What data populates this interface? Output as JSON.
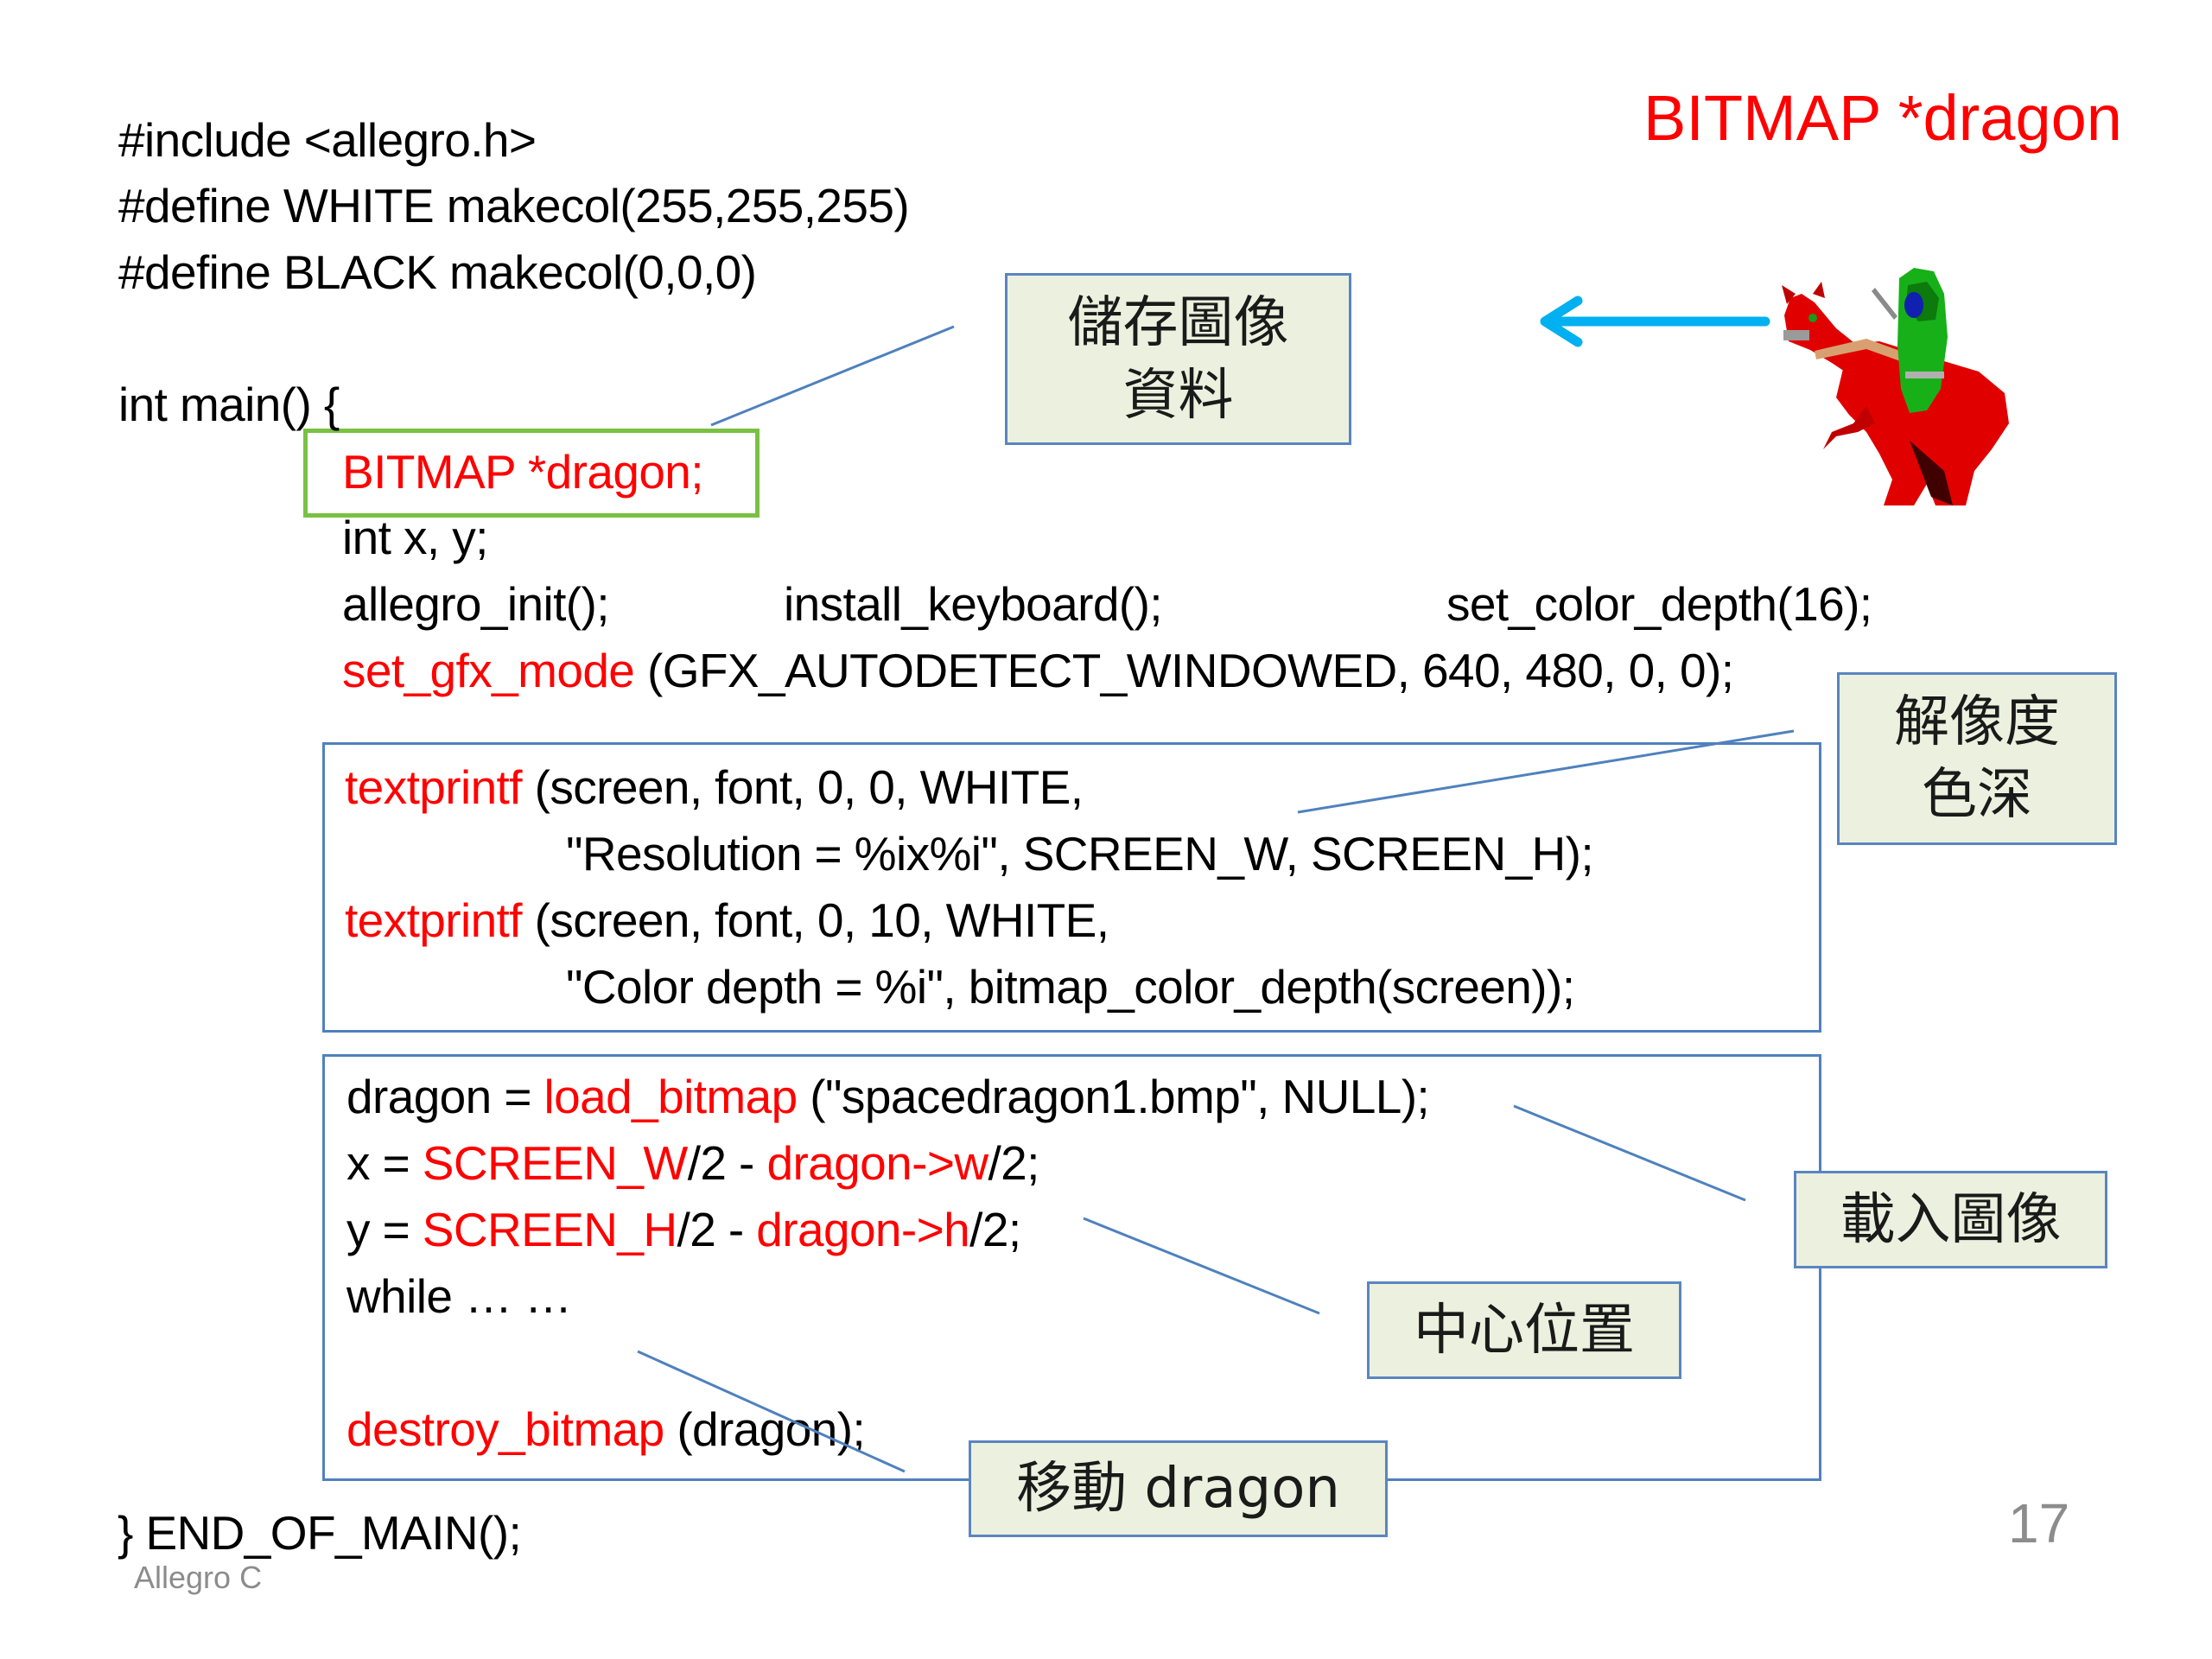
{
  "title": "BITMAP *dragon",
  "code": {
    "include": "#include <allegro.h>",
    "define_white": "#define WHITE makecol(255,255,255)",
    "define_black": "#define BLACK makecol(0,0,0)",
    "main_open": "int main() {",
    "bitmap_decl": "BITMAP *dragon;",
    "int_xy": "int x, y;",
    "allegro_init": "allegro_init();",
    "install_keyboard": "install_keyboard();",
    "set_color_depth": "set_color_depth(16);",
    "set_gfx_mode_fn": "set_gfx_mode",
    "set_gfx_mode_args": " (GFX_AUTODETECT_WINDOWED, 640, 480, 0, 0);",
    "textprintf1_fn": "textprintf",
    "textprintf1_args": " (screen, font, 0, 0, WHITE,",
    "textprintf1_cont": "\"Resolution = %ix%i\", SCREEN_W, SCREEN_H);",
    "textprintf2_fn": "textprintf",
    "textprintf2_args": " (screen, font, 0, 10, WHITE,",
    "textprintf2_cont": "\"Color depth = %i\", bitmap_color_depth(screen));",
    "load_prefix": "dragon = ",
    "load_fn": "load_bitmap",
    "load_args": " (\"spacedragon1.bmp\", NULL);",
    "x_prefix": "x = ",
    "x_screen": "SCREEN_W",
    "x_mid": "/2 - ",
    "x_dragon": "dragon->w",
    "x_end": "/2;",
    "y_prefix": "y = ",
    "y_screen": "SCREEN_H",
    "y_mid": "/2 - ",
    "y_dragon": "dragon->h",
    "y_end": "/2;",
    "while_line": "while … …",
    "destroy_fn": "destroy_bitmap",
    "destroy_args": " (dragon);",
    "end_main": "} END_OF_MAIN();"
  },
  "callouts": {
    "store_image": [
      "儲存圖像",
      "資料"
    ],
    "resolution_depth": [
      "解像度",
      "色深"
    ],
    "load_image": "載入圖像",
    "center_position": "中心位置",
    "move_dragon": "移動 dragon"
  },
  "footer": "Allegro C",
  "page_number": "17",
  "colors": {
    "highlight_red": "#ff0000",
    "code_box_border": "#4f81bd",
    "callout_fill": "#ebf1de",
    "green_highlight": "#7ac143",
    "arrow": "#00b0f0",
    "footer_gray": "#8c8c8c"
  },
  "icons": {
    "sprite": "dragon-rider-sprite",
    "arrow": "arrow-left-icon"
  }
}
